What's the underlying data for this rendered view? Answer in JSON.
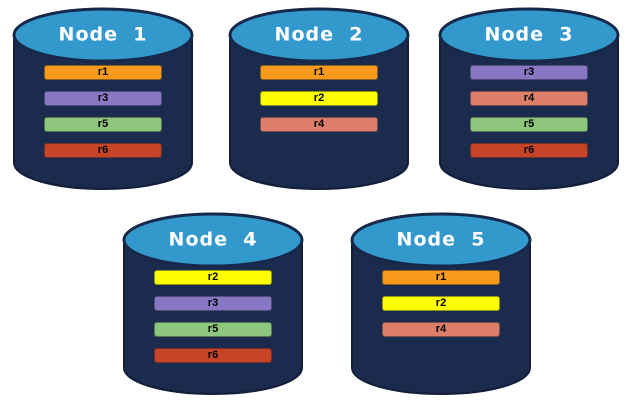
{
  "diagram": {
    "description": "database-cluster-replica-placement",
    "colors": {
      "body": "#1B2B4E",
      "body_stroke": "#131F38",
      "top": "#3399CD",
      "top_stroke": "#17294A",
      "title_text": "#FFFFFF",
      "bar_text": "#000000"
    },
    "replica_colors": {
      "r1": "#F89B1C",
      "r2": "#FDFF00",
      "r3": "#8878C3",
      "r4": "#DD7E6B",
      "r5": "#8FC67E",
      "r6": "#C64427"
    },
    "nodes": [
      {
        "label": "Node  1",
        "replicas": [
          "r1",
          "r3",
          "r5",
          "r6"
        ]
      },
      {
        "label": "Node  2",
        "replicas": [
          "r1",
          "r2",
          "r4"
        ]
      },
      {
        "label": "Node  3",
        "replicas": [
          "r3",
          "r4",
          "r5",
          "r6"
        ]
      },
      {
        "label": "Node  4",
        "replicas": [
          "r2",
          "r3",
          "r5",
          "r6"
        ]
      },
      {
        "label": "Node  5",
        "replicas": [
          "r1",
          "r2",
          "r4"
        ]
      }
    ]
  }
}
